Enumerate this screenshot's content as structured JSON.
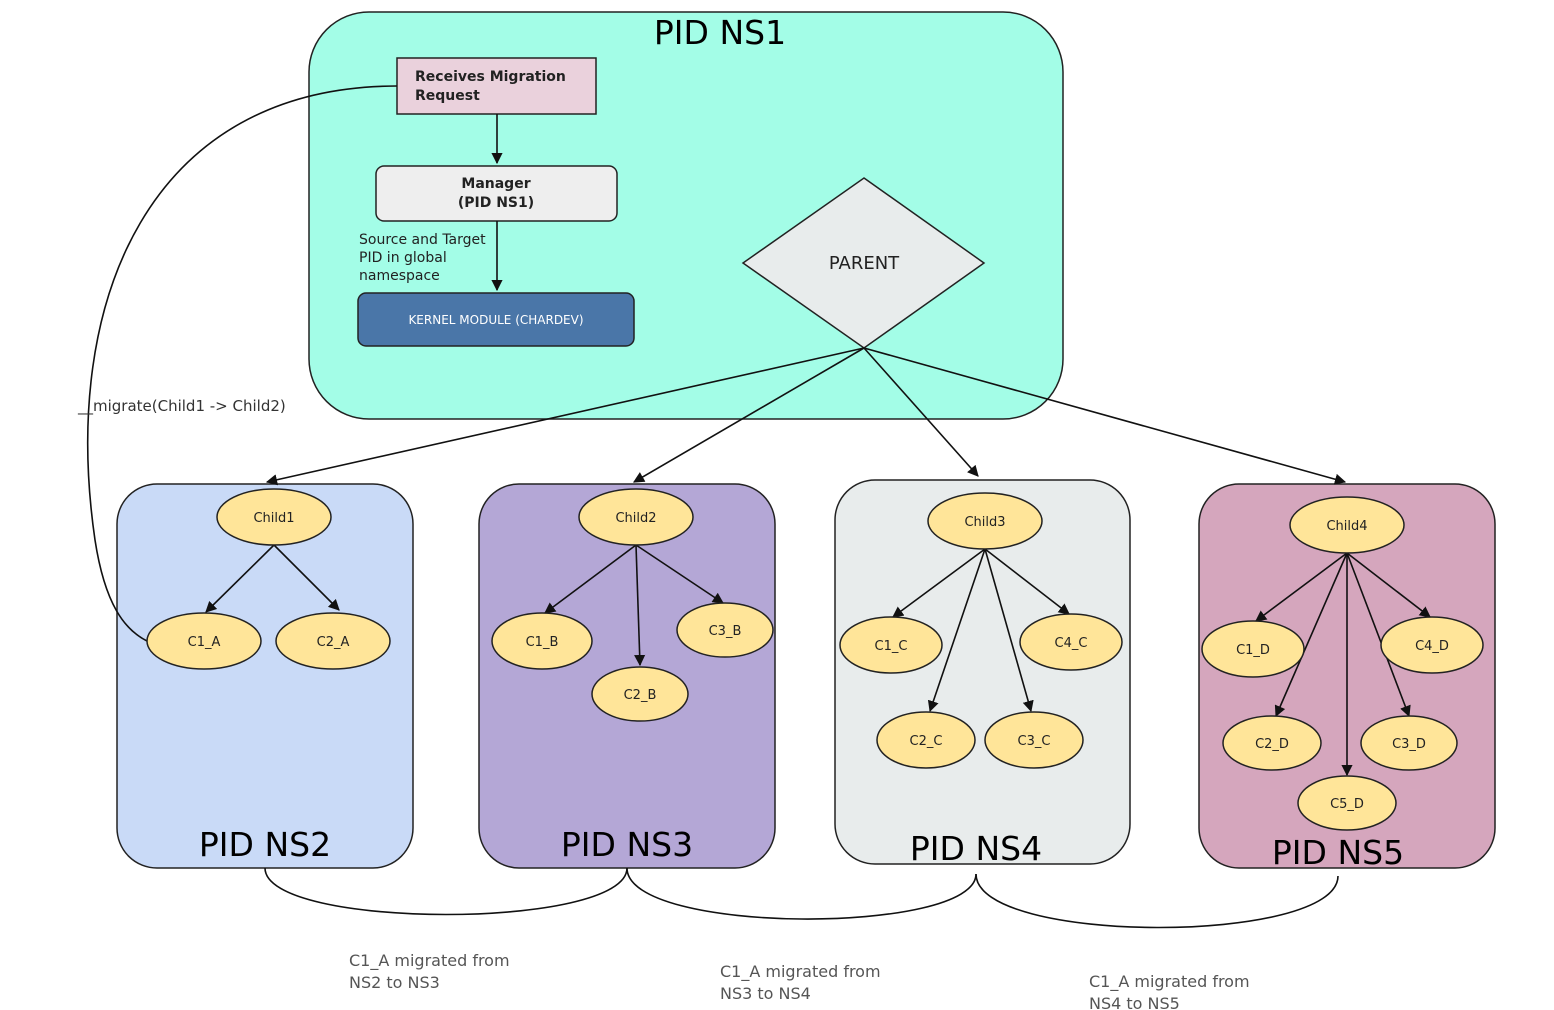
{
  "namespaces": {
    "ns1": {
      "title": "PID NS1",
      "color": "#a3fde7"
    },
    "ns2": {
      "title": "PID NS2",
      "color": "#c9daf7"
    },
    "ns3": {
      "title": "PID NS3",
      "color": "#b4a7d6"
    },
    "ns4": {
      "title": "PID NS4",
      "color": "#e8ecec"
    },
    "ns5": {
      "title": "PID NS5",
      "color": "#d5a6bd"
    }
  },
  "boxes": {
    "receives_line1": "Receives Migration",
    "receives_line2": "Request",
    "manager_line1": "Manager",
    "manager_line2": "(PID NS1)",
    "kernel_module": "KERNEL MODULE (CHARDEV)",
    "parent": "PARENT"
  },
  "labels": {
    "source_target_line1": "Source and Target",
    "source_target_line2": "PID in global",
    "source_target_line3": "namespace",
    "migrate_call": "__migrate(Child1 -> Child2)"
  },
  "nodes": {
    "child1": "Child1",
    "c1_a": "C1_A",
    "c2_a": "C2_A",
    "child2": "Child2",
    "c1_b": "C1_B",
    "c2_b": "C2_B",
    "c3_b": "C3_B",
    "child3": "Child3",
    "c1_c": "C1_C",
    "c2_c": "C2_C",
    "c3_c": "C3_C",
    "c4_c": "C4_C",
    "child4": "Child4",
    "c1_d": "C1_D",
    "c2_d": "C2_D",
    "c3_d": "C3_D",
    "c4_d": "C4_D",
    "c5_d": "C5_D"
  },
  "captions": {
    "m1_line1": "C1_A migrated from",
    "m1_line2": "NS2 to NS3",
    "m2_line1": "C1_A migrated from",
    "m2_line2": "NS3 to NS4",
    "m3_line1": "C1_A migrated from",
    "m3_line2": "NS4 to NS5"
  },
  "colors": {
    "node_fill": "#ffe599",
    "receives_fill": "#ead1dc",
    "manager_fill": "#eeeeee",
    "kernel_fill": "#4a76a8",
    "parent_fill": "#e8ecec"
  }
}
